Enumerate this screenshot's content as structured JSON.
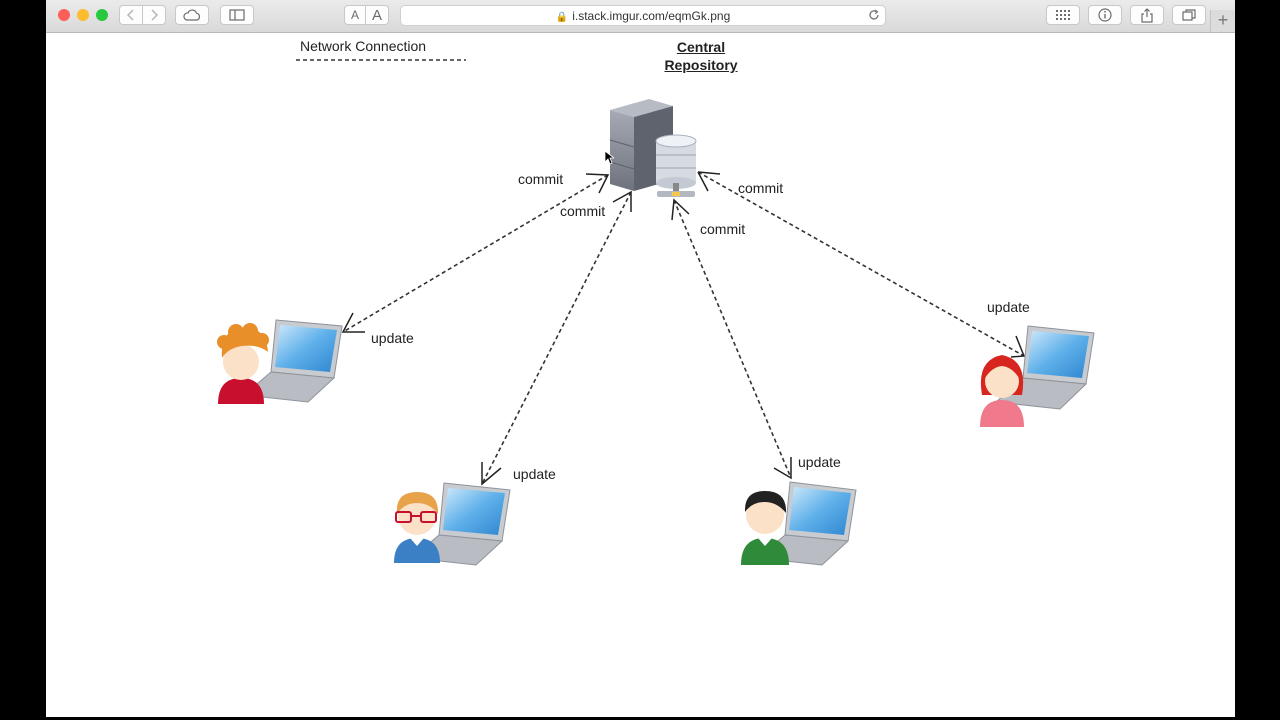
{
  "browser": {
    "url": "i.stack.imgur.com/eqmGk.png",
    "text_size_small": "A",
    "text_size_large": "A"
  },
  "diagram": {
    "legend_label": "Network Connection",
    "repository_title_line1": "Central",
    "repository_title_line2": "Repository",
    "links": [
      {
        "commit": "commit",
        "update": "update"
      },
      {
        "commit": "commit",
        "update": "update"
      },
      {
        "commit": "commit",
        "update": "update"
      },
      {
        "commit": "commit",
        "update": "update"
      }
    ]
  },
  "colors": {
    "close": "#fc5f57",
    "minimize": "#fdbc2e",
    "zoom": "#28c840"
  }
}
